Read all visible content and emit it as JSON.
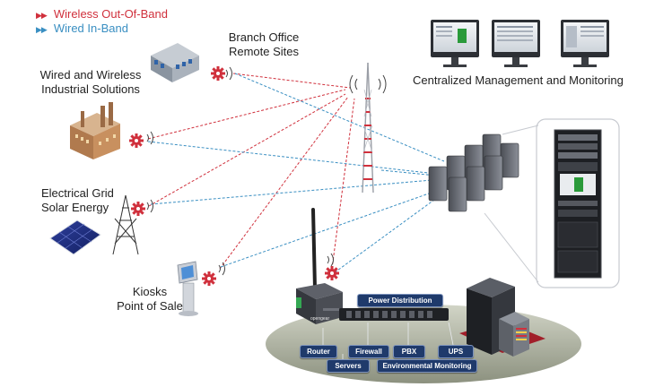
{
  "legend": {
    "wireless_label": "Wireless Out-Of-Band",
    "wired_label": "Wired In-Band",
    "wireless_color": "#d0303c",
    "wired_color": "#3a8fc2"
  },
  "labels": {
    "branch_office_line1": "Branch Office",
    "branch_office_line2": "Remote Sites",
    "industrial_line1": "Wired and Wireless",
    "industrial_line2": "Industrial Solutions",
    "grid_line1": "Electrical Grid",
    "grid_line2": "Solar Energy",
    "kiosk_line1": "Kiosks",
    "kiosk_line2": "Point of Sale",
    "central_mgmt": "Centralized Management and Monitoring"
  },
  "device_brand": "opengear",
  "platform_buttons": {
    "power_distribution": "Power Distribution",
    "router": "Router",
    "firewall": "Firewall",
    "pbx": "PBX",
    "ups": "UPS",
    "servers": "Servers",
    "environmental_monitoring": "Environmental Monitoring"
  }
}
